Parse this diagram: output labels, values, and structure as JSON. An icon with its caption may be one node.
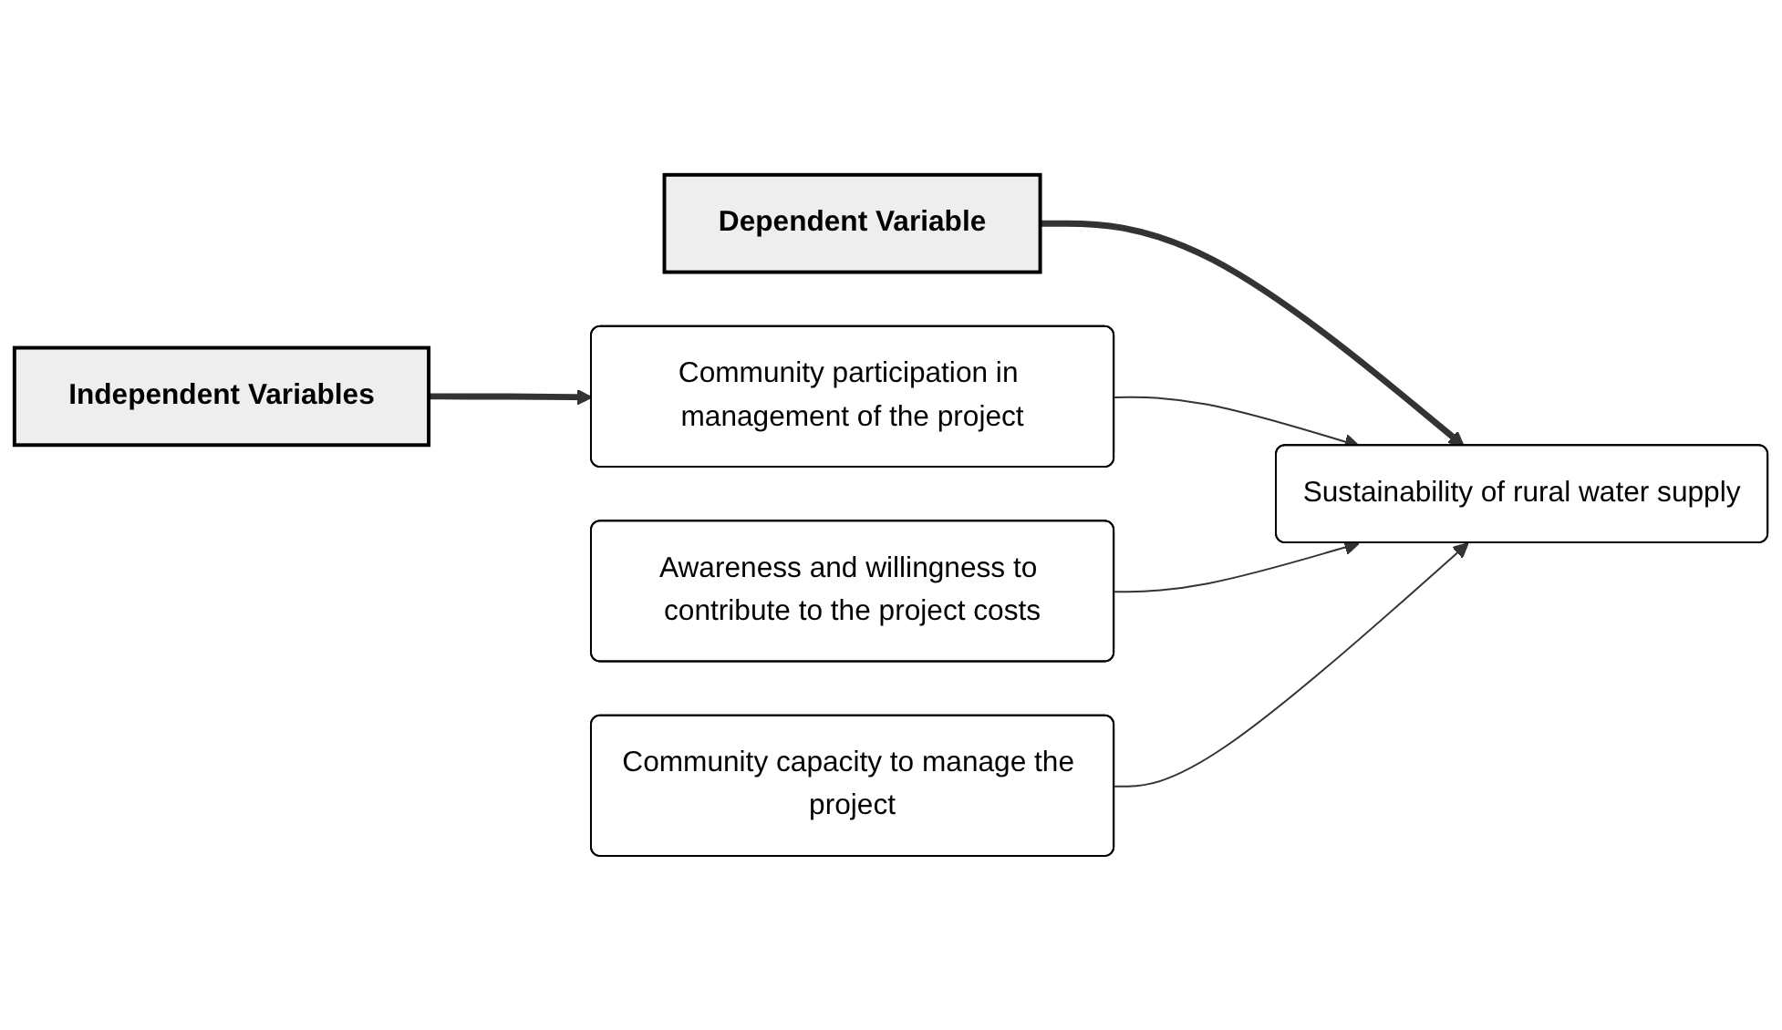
{
  "diagram": {
    "nodes": [
      {
        "text": [
          "Independent Variables"
        ]
      },
      {
        "text": [
          "Dependent Variable"
        ]
      },
      {
        "text": [
          "Community participation in management of the project"
        ]
      },
      {
        "text": [
          "Awareness and willingness to contribute to the project costs"
        ]
      },
      {
        "text": [
          "Community capacity to manage the project"
        ]
      },
      {
        "text": [
          "Sustainability of rural water supply"
        ]
      }
    ],
    "edges": [
      {
        "from": 0,
        "to": 2,
        "arrow": "to",
        "style": "thick"
      },
      {
        "from": 1,
        "to": 5,
        "arrow": "to",
        "style": "thick"
      },
      {
        "from": 2,
        "to": 5,
        "arrow": "to"
      },
      {
        "from": 3,
        "to": 5,
        "arrow": "to"
      },
      {
        "from": 4,
        "to": 5,
        "arrow": "to"
      }
    ]
  }
}
